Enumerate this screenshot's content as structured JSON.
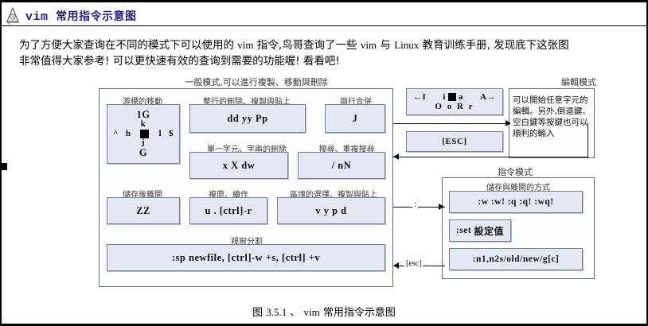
{
  "header": {
    "icon": "vim-bell-icon",
    "title_mono": "vim",
    "title_cjk": "常用指令示意图"
  },
  "intro": {
    "line1_a": "为了方便大家查询在不同的模式下可以使用的 ",
    "line1_vim": "vim",
    "line1_b": " 指令,鸟哥查询了一些 ",
    "line1_vim2": "vim",
    "line1_c": " 与 ",
    "line1_linux": "Linux",
    "line1_d": " 教育训练手册, 发现底下这张图",
    "line2": "非常值得大家参考! 可以更快速有效的查询到需要的功能喔! 看看吧!"
  },
  "diagram": {
    "normal_mode_title": "一般模式,可以進行複製、移動與刪除",
    "edit_mode_title": "編輯模式",
    "command_mode_title": "指令模式",
    "groups": {
      "cursor_move": "游標的移動",
      "line_delete": "整行的刪除、複製與貼上",
      "line_join": "兩行合併",
      "char_delete": "單一字元、字串的刪除",
      "search": "搜尋、重複搜尋",
      "save_quit": "儲存後離開",
      "undo_redo": "複原、續作",
      "block_select": "區塊的選擇、複製與貼上",
      "window_split": "視窗分割",
      "save_exit_ways": "儲存與離開的方式"
    },
    "boxes": {
      "cursor": {
        "top": "1G",
        "up": "k",
        "left_edge": "^",
        "left": "h",
        "right": "l",
        "right_edge": "$",
        "down": "j",
        "bottom": "G"
      },
      "line_delete": "dd    yy    Pp",
      "line_join": "J",
      "char_delete": "x   X   dw",
      "search": "/            nN",
      "save_quit": "ZZ",
      "undo_redo": "u  .  [ctrl]-r",
      "block_select": "v   y   p   d",
      "window_split": ":sp newfile,  [ctrl]-w  +s,  [ctrl]   +v",
      "insert_left_arrow": "←I",
      "insert_i": "i",
      "insert_a": "a",
      "insert_right_arrow": "A→",
      "insert_second_line": "O o R r",
      "esc": "[ESC]",
      "edit_desc": "可以開始任意字元的編輯。另外,倒退鍵、空白鍵等按鍵也可以順利的輸入",
      "cmd_save": ":w  :w!  :q  :q!  :wq!",
      "cmd_set_mono": ":set",
      "cmd_set_cjk": "設定值",
      "cmd_sub": ":n1,n2s/old/new/g[c]"
    },
    "edge_labels": {
      "colon": ":",
      "esc_lower": "[esc]"
    }
  },
  "caption": {
    "prefix": "图",
    "number": "3.5.1",
    "sep": "、",
    "vim": "vim",
    "suffix": "常用指令示意图"
  },
  "colors": {
    "title": "#26217a",
    "box_fill": "#e3e8f2",
    "box_border": "#7b7f8c",
    "panel_border": "#6b6b6b"
  }
}
